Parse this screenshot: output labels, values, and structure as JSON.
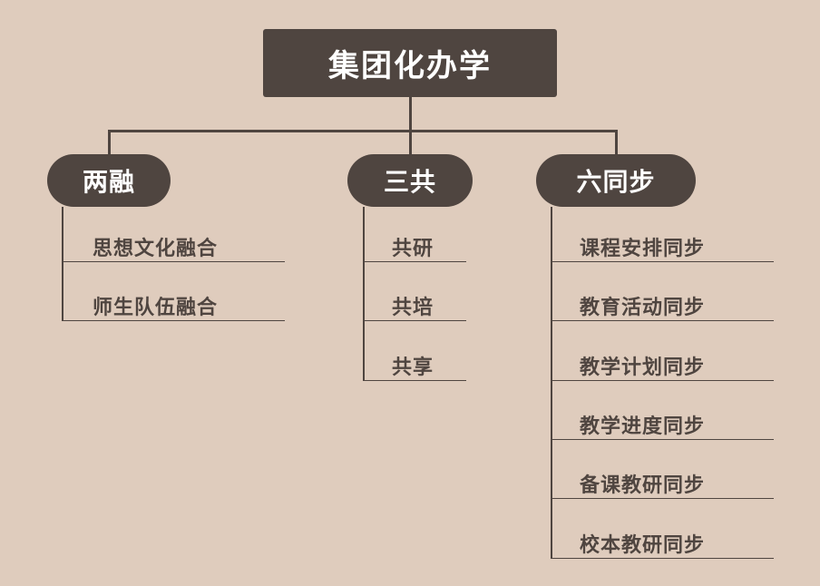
{
  "root": {
    "label": "集团化办学"
  },
  "branches": [
    {
      "label": "两融",
      "items": [
        "思想文化融合",
        "师生队伍融合"
      ]
    },
    {
      "label": "三共",
      "items": [
        "共研",
        "共培",
        "共享"
      ]
    },
    {
      "label": "六同步",
      "items": [
        "课程安排同步",
        "教育活动同步",
        "教学计划同步",
        "教学进度同步",
        "备课教研同步",
        "校本教研同步"
      ]
    }
  ],
  "colors": {
    "background": "#dfccbd",
    "node_fill": "#4f4540",
    "node_text": "#ffffff",
    "item_text": "#4f4540",
    "line": "#4f4540"
  }
}
